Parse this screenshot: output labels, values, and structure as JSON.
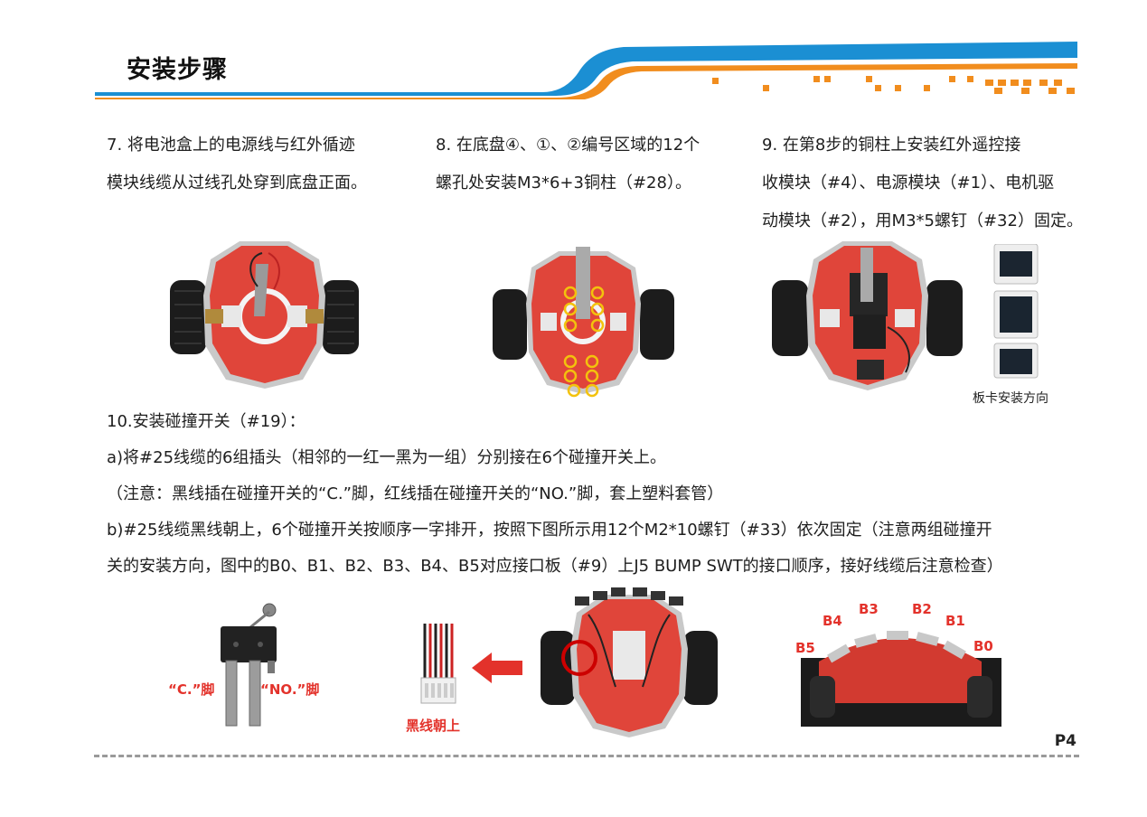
{
  "header": {
    "title": "安装步骤"
  },
  "steps": {
    "s7": [
      "7. 将电池盒上的电源线与红外循迹",
      "模块线缆从过线孔处穿到底盘正面。"
    ],
    "s8": [
      "8. 在底盘④、①、②编号区域的12个",
      "螺孔处安装M3*6+3铜柱（#28）。"
    ],
    "s9": [
      "9. 在第8步的铜柱上安装红外遥控接",
      "收模块（#4）、电源模块（#1）、电机驱",
      "动模块（#2），用M3*5螺钉（#32）固定。"
    ],
    "s10": [
      "10.安装碰撞开关（#19）：",
      "a)将#25线缆的6组插头（相邻的一红一黑为一组）分别接在6个碰撞开关上。",
      "（注意：黑线插在碰撞开关的“C.”脚，红线插在碰撞开关的“NO.”脚，套上塑料套管）",
      "b)#25线缆黑线朝上，6个碰撞开关按顺序一字排开，按照下图所示用12个M2*10螺钉（#33）依次固定（注意两组碰撞开",
      "关的安装方向，图中的B0、B1、B2、B3、B4、B5对应接口板（#9）上J5 BUMP SWT的接口顺序，接好线缆后注意检查）"
    ]
  },
  "captions": {
    "board_direction": "板卡安装方向",
    "pin_c": "“C.”脚",
    "pin_no": "“NO.”脚",
    "black_up": "黑线朝上"
  },
  "bump_labels": [
    "B0",
    "B1",
    "B2",
    "B3",
    "B4",
    "B5"
  ],
  "page_number": "P4",
  "colors": {
    "accent_blue": "#1b8fd3",
    "accent_orange": "#f18d1e",
    "label_red": "#e3322b",
    "chassis_red": "#e0453a"
  }
}
